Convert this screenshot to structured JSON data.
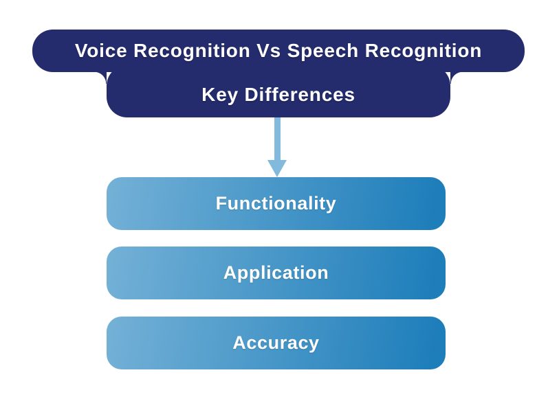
{
  "diagram": {
    "title": "Voice Recognition Vs Speech Recognition",
    "subtitle": "Key Differences",
    "connector_icon": "down-arrow",
    "items": [
      {
        "label": "Functionality"
      },
      {
        "label": "Application"
      },
      {
        "label": "Accuracy"
      }
    ],
    "colors": {
      "background": "#FFFFFF",
      "header_bg": "#252C6D",
      "item_gradient_start": "#74B1D7",
      "item_gradient_end": "#1E7EBA",
      "arrow": "#82BADD",
      "text": "#FFFFFF"
    }
  }
}
